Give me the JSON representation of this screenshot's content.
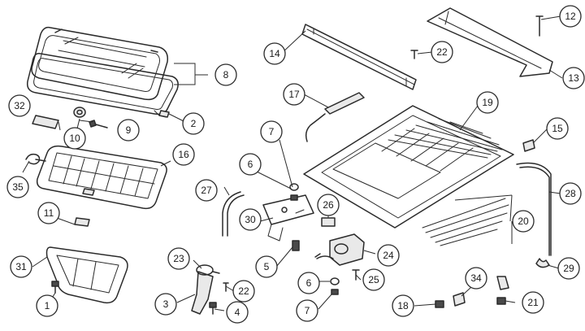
{
  "diagram": {
    "type": "exploded-parts-diagram",
    "callouts": [
      {
        "label": "1"
      },
      {
        "label": "2"
      },
      {
        "label": "3"
      },
      {
        "label": "4"
      },
      {
        "label": "5"
      },
      {
        "label": "6"
      },
      {
        "label": "6"
      },
      {
        "label": "7"
      },
      {
        "label": "7"
      },
      {
        "label": "8"
      },
      {
        "label": "9"
      },
      {
        "label": "10"
      },
      {
        "label": "11"
      },
      {
        "label": "12"
      },
      {
        "label": "13"
      },
      {
        "label": "14"
      },
      {
        "label": "15"
      },
      {
        "label": "16"
      },
      {
        "label": "17"
      },
      {
        "label": "18"
      },
      {
        "label": "19"
      },
      {
        "label": "20"
      },
      {
        "label": "21"
      },
      {
        "label": "22"
      },
      {
        "label": "22"
      },
      {
        "label": "23"
      },
      {
        "label": "24"
      },
      {
        "label": "25"
      },
      {
        "label": "26"
      },
      {
        "label": "27"
      },
      {
        "label": "28"
      },
      {
        "label": "29"
      },
      {
        "label": "30"
      },
      {
        "label": "31"
      },
      {
        "label": "32"
      },
      {
        "label": "34"
      },
      {
        "label": "35"
      }
    ]
  }
}
